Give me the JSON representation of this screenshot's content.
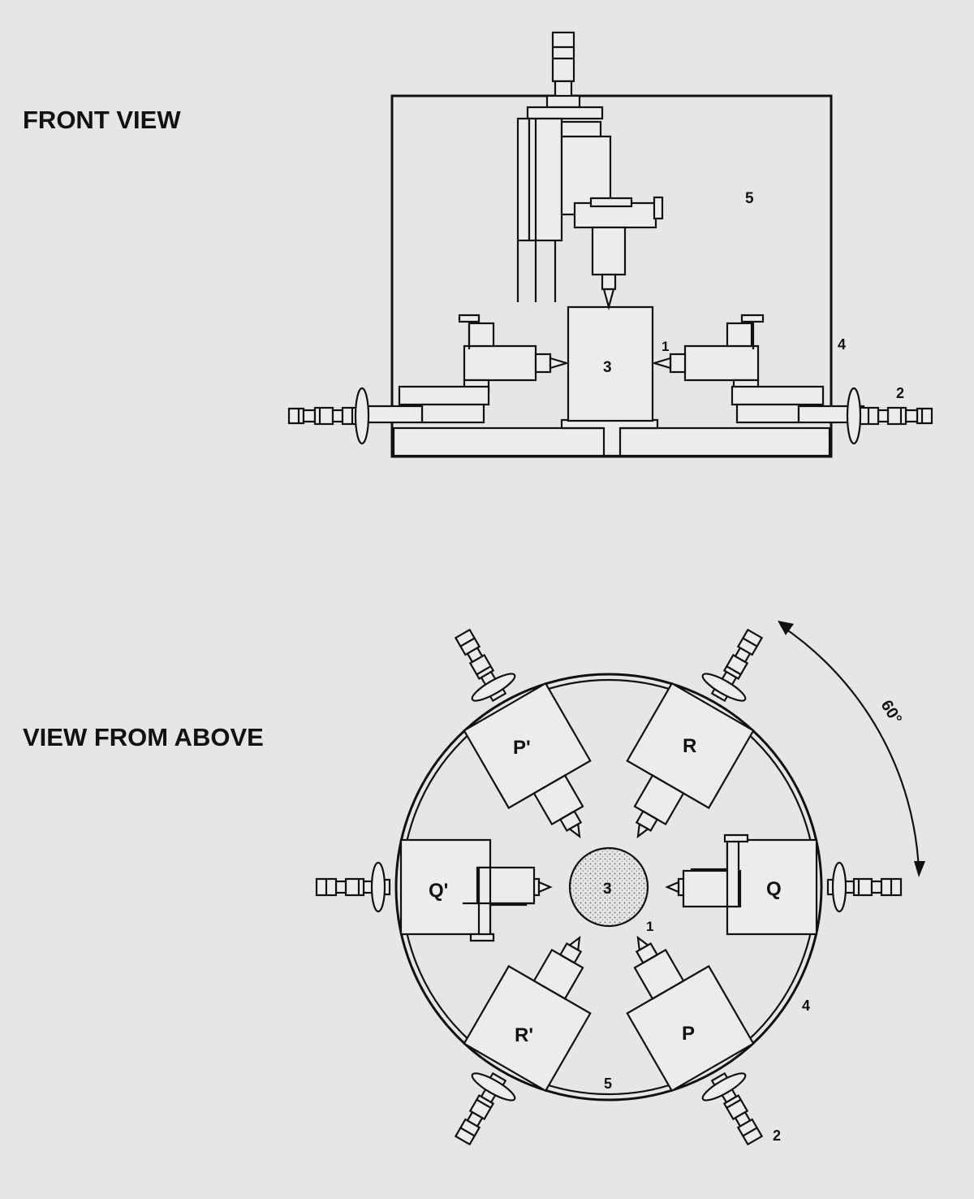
{
  "front": {
    "heading": "FRONT VIEW",
    "labels": {
      "probe": "1",
      "connector": "2",
      "sample": "3",
      "housing": "4",
      "chamber": "5"
    }
  },
  "top": {
    "heading": "VIEW FROM ABOVE",
    "angle": "60°",
    "transducers": {
      "p_prime": "P'",
      "r": "R",
      "q_prime": "Q'",
      "q": "Q",
      "r_prime": "R'",
      "p": "P"
    },
    "labels": {
      "probe": "1",
      "connector": "2",
      "sample": "3",
      "housing": "4",
      "chamber": "5"
    }
  }
}
